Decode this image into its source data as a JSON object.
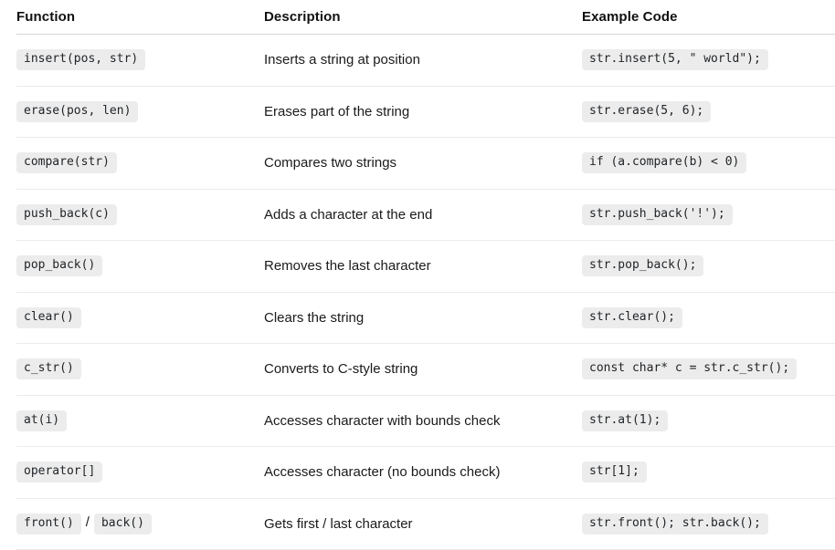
{
  "colors": {
    "background": "#ffffff",
    "chip_background": "#ececec",
    "chip_text": "#212529",
    "header_border": "#d5d5d5",
    "row_border": "#ebebeb",
    "text": "#1a1a1a"
  },
  "table": {
    "headers": [
      {
        "label": "Function"
      },
      {
        "label": "Description"
      },
      {
        "label": "Example Code"
      }
    ],
    "rows": [
      {
        "function_parts": [
          {
            "type": "code",
            "text": "insert(pos, str)"
          }
        ],
        "description": "Inserts a string at position",
        "example": "str.insert(5, \" world\");"
      },
      {
        "function_parts": [
          {
            "type": "code",
            "text": "erase(pos, len)"
          }
        ],
        "description": "Erases part of the string",
        "example": "str.erase(5, 6);"
      },
      {
        "function_parts": [
          {
            "type": "code",
            "text": "compare(str)"
          }
        ],
        "description": "Compares two strings",
        "example": "if (a.compare(b) < 0)"
      },
      {
        "function_parts": [
          {
            "type": "code",
            "text": "push_back(c)"
          }
        ],
        "description": "Adds a character at the end",
        "example": "str.push_back('!');"
      },
      {
        "function_parts": [
          {
            "type": "code",
            "text": "pop_back()"
          }
        ],
        "description": "Removes the last character",
        "example": "str.pop_back();"
      },
      {
        "function_parts": [
          {
            "type": "code",
            "text": "clear()"
          }
        ],
        "description": "Clears the string",
        "example": "str.clear();"
      },
      {
        "function_parts": [
          {
            "type": "code",
            "text": "c_str()"
          }
        ],
        "description": "Converts to C-style string",
        "example": "const char* c = str.c_str();"
      },
      {
        "function_parts": [
          {
            "type": "code",
            "text": "at(i)"
          }
        ],
        "description": "Accesses character with bounds check",
        "example": "str.at(1);"
      },
      {
        "function_parts": [
          {
            "type": "code",
            "text": "operator[]"
          }
        ],
        "description": "Accesses character (no bounds check)",
        "example": "str[1];"
      },
      {
        "function_parts": [
          {
            "type": "code",
            "text": "front()"
          },
          {
            "type": "text",
            "text": "/"
          },
          {
            "type": "code",
            "text": "back()"
          }
        ],
        "description": "Gets first / last character",
        "example": "str.front(); str.back();"
      }
    ]
  }
}
